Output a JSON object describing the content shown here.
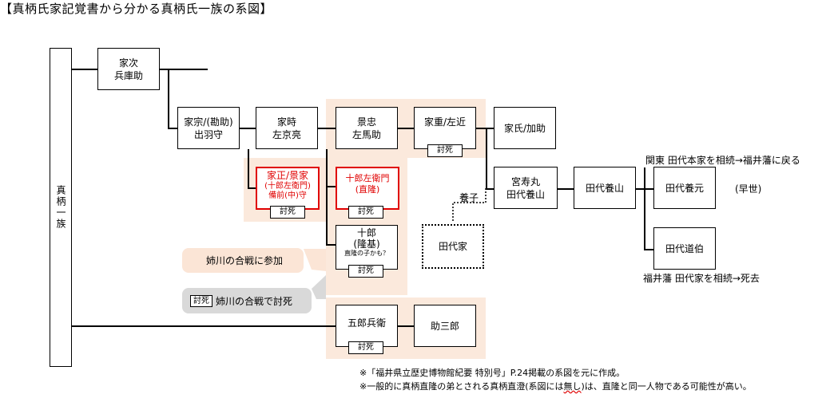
{
  "title": "【真柄氏家記覚書から分かる真柄氏一族の系図】",
  "clan_label": "真柄一族",
  "nodes": {
    "ieji": [
      "家次",
      "兵庫助"
    ],
    "iemune": [
      "家宗/(勘助)",
      "出羽守"
    ],
    "ietoki": [
      "家時",
      "左京亮"
    ],
    "kagetada": [
      "景忠",
      "左馬助"
    ],
    "iesige": "家重/左近",
    "ieuji": "家氏/加助",
    "miyajumaru": [
      "宮寿丸",
      "田代養山"
    ],
    "yozan": "田代養山",
    "yogen": "田代養元",
    "dohaku": "田代道伯",
    "iemasa": [
      "家正/景家",
      "(十郎左衛門)",
      "備前(中)守"
    ],
    "juro_saemon": [
      "十郎左衛門",
      "(直隆)"
    ],
    "juro": [
      "十郎",
      "(隆基)",
      "直隆の子かも？"
    ],
    "gorobyoe": "五郎兵衛",
    "suke_saburo": "助三郎",
    "tashiro_ke": "田代家"
  },
  "killed_label": "討死",
  "adopted_label": "養子",
  "annotations": {
    "kanto": "関東 田代本家を相続→福井藩に戻る",
    "hayase": "(早世)",
    "fukui": "福井藩 田代家を相続→死去"
  },
  "legend": {
    "anegawa_join": "姉川の合戦に参加",
    "anegawa_death": "姉川の合戦で討死"
  },
  "footnotes": {
    "line1": "※「福井県立歴史博物館紀要 特別号」P.24掲載の系図を元に作成。",
    "line2_a": "※一般的に真柄直隆の弟とされる真柄直澄(系図には",
    "line2_b": "無し",
    "line2_c": ")は、直隆と同一人物である可能性が高い。"
  },
  "colors": {
    "highlight": "#fbe9dc",
    "killed_red": "#e00000",
    "callout_join": "#fbe5d6",
    "callout_death": "#d9d9d9"
  }
}
